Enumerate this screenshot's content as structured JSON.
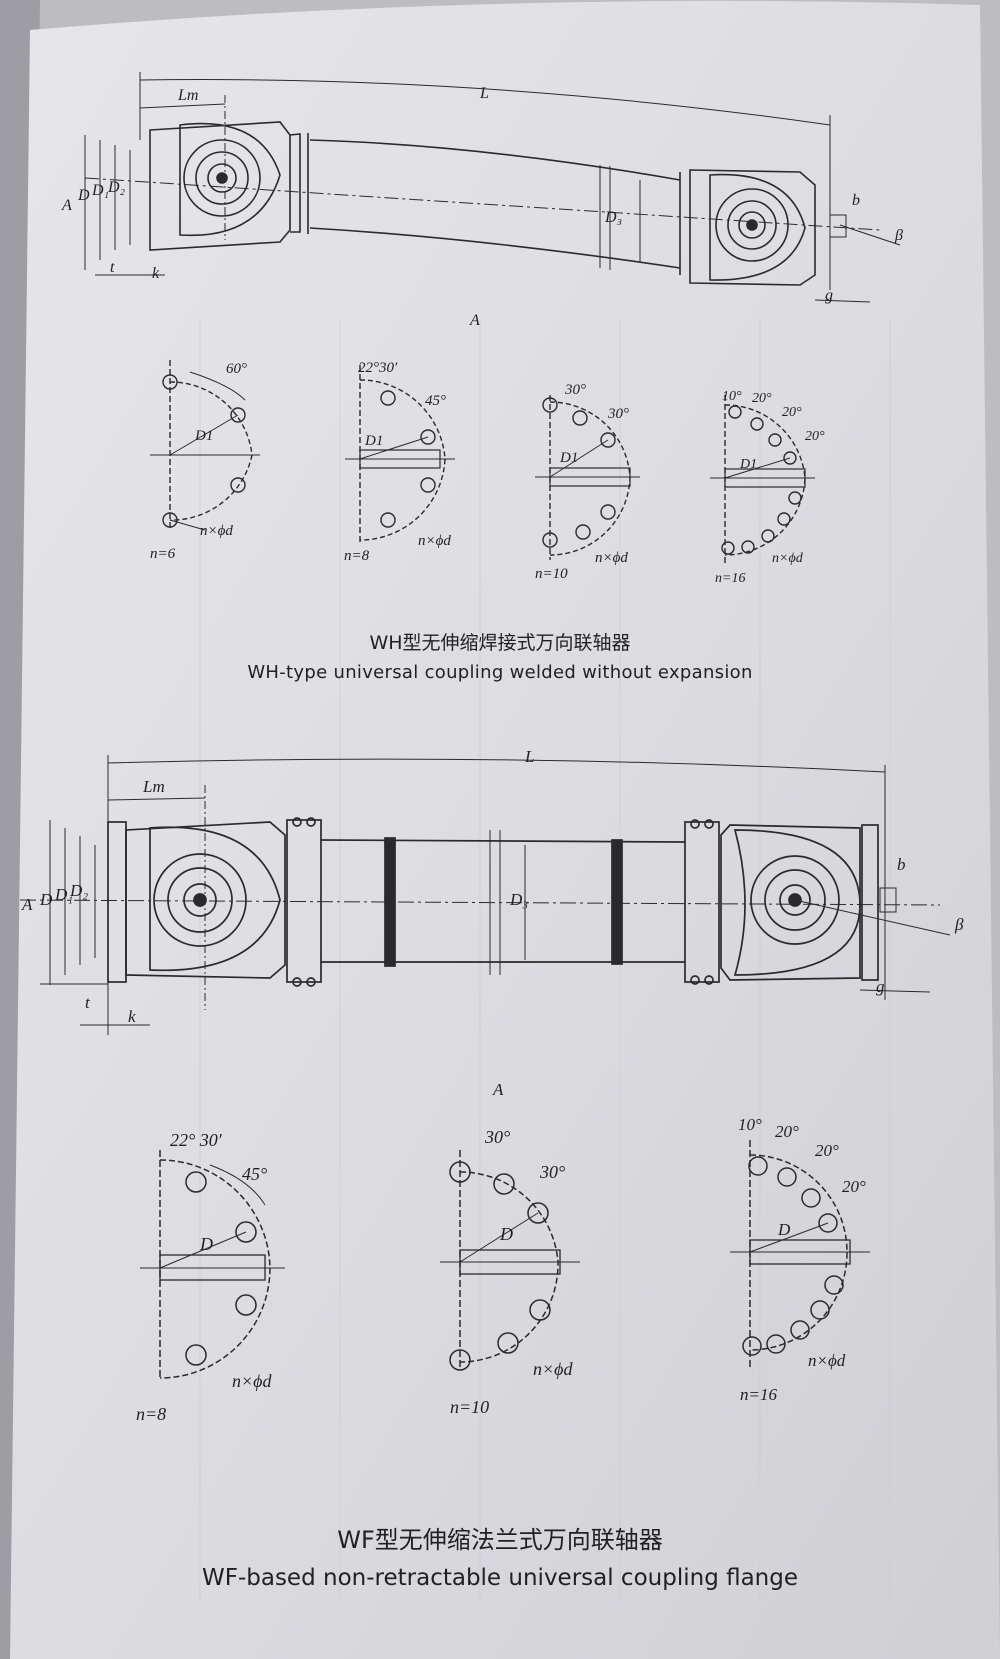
{
  "wh": {
    "title_cn": "WH型无伸缩焊接式万向联轴器",
    "title_en": "WH-type universal coupling welded without expansion",
    "view_label": "A",
    "dims": {
      "L": "L",
      "Lm": "Lm",
      "A": "A",
      "D": "D",
      "D1": "D₁",
      "D2": "D₂",
      "D3": "D₃",
      "t": "t",
      "k": "k",
      "b": "b",
      "beta": "β",
      "g": "g"
    },
    "patterns": [
      {
        "n": "n=6",
        "angles": [
          "60°"
        ],
        "d1": "D1",
        "holes": "n×ϕd"
      },
      {
        "n": "n=8",
        "angles": [
          "22°30′",
          "45°"
        ],
        "d1": "D1",
        "holes": "n×ϕd"
      },
      {
        "n": "n=10",
        "angles": [
          "30°",
          "30°"
        ],
        "d1": "D1",
        "holes": "n×ϕd"
      },
      {
        "n": "n=16",
        "angles": [
          "10°",
          "20°",
          "20°",
          "20°"
        ],
        "d1": "D1",
        "holes": "n×ϕd"
      }
    ]
  },
  "wf": {
    "title_cn": "WF型无伸缩法兰式万向联轴器",
    "title_en": "WF-based non-retractable universal coupling flange",
    "view_label": "A",
    "dims": {
      "L": "L",
      "Lm": "Lm",
      "A": "A",
      "D": "D",
      "D1": "D₁",
      "D2": "D₂",
      "D3": "D₃",
      "t": "t",
      "k": "k",
      "b": "b",
      "beta": "β",
      "g": "g"
    },
    "patterns": [
      {
        "n": "n=8",
        "angles": [
          "22° 30′",
          "45°"
        ],
        "d1": "D",
        "holes": "n×ϕd"
      },
      {
        "n": "n=10",
        "angles": [
          "30°",
          "30°"
        ],
        "d1": "D",
        "holes": "n×ϕd"
      },
      {
        "n": "n=16",
        "angles": [
          "10°",
          "20°",
          "20°",
          "20°"
        ],
        "d1": "D",
        "holes": "n×ϕd"
      }
    ]
  }
}
